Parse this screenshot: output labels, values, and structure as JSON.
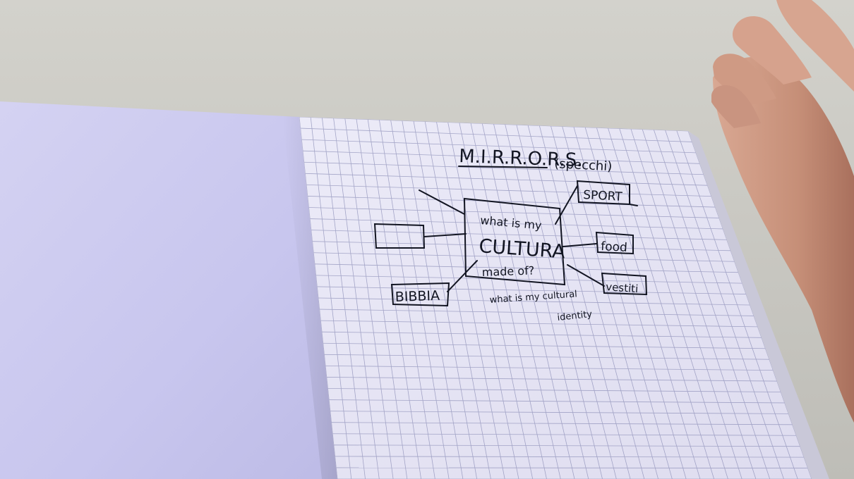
{
  "colors": {
    "table": "#d9d8d2",
    "left_page": "#cbc8ee",
    "grid_page": "#e6e5f4",
    "grid_line": "#8d8fb8",
    "ink": "#121522",
    "skin": "#c9927f"
  },
  "notebook": {
    "title": "M.I.R.R.O.R.S.",
    "subtitle": "(specchi)",
    "center_box": {
      "line1": "what is my",
      "line2": "CULTURA",
      "line3": "made of?"
    },
    "boxes": {
      "sport": "SPORT",
      "food": "food",
      "vestiti": "vestiti",
      "bibbia": "BIBBIA"
    },
    "caption": {
      "line1": "what is my cultural",
      "line2": "identity"
    }
  }
}
